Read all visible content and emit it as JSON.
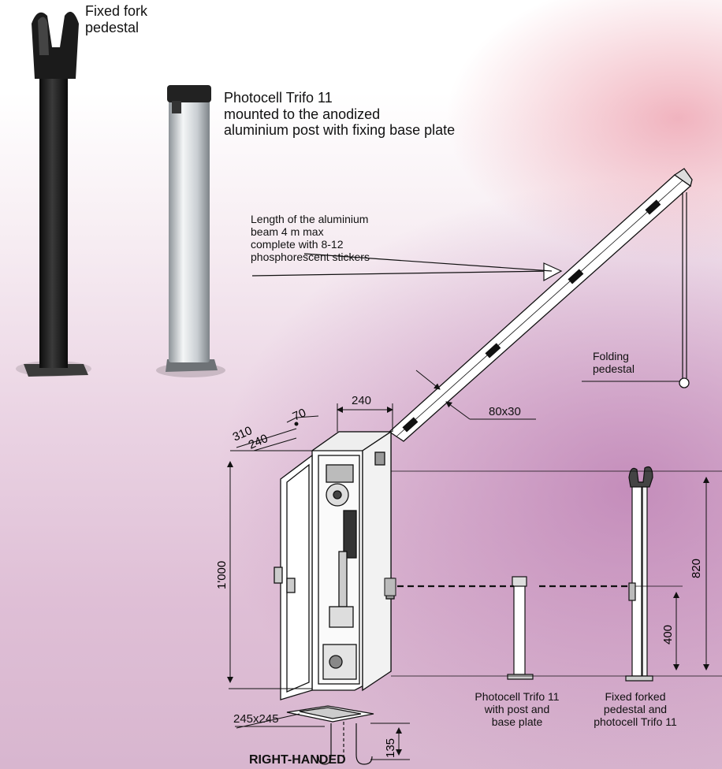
{
  "photos": {
    "fork_pedestal_caption": "Fixed fork\npedestal",
    "photocell_caption": "Photocell Trifo 11\nmounted to the anodized\naluminium post with fixing base plate"
  },
  "drawing": {
    "beam_note": "Length of the aluminium\nbeam 4 m max\ncomplete with 8-12\nphosphorescent stickers",
    "folding_pedestal": "Folding\npedestal",
    "beam_section": "80x30",
    "dim_240_top": "240",
    "dim_70": "70",
    "dim_240_side": "240",
    "dim_310": "310",
    "dim_1000": "1'000",
    "dim_820": "820",
    "dim_400": "400",
    "dim_245": "245x245",
    "dim_135": "135",
    "photocell_post": "Photocell Trifo 11\nwith post and\nbase plate",
    "fixed_forked": "Fixed forked\npedestal and\nphotocell Trifo 11",
    "handed": "RIGHT-HANDED"
  },
  "colors": {
    "post_dark": "#1e1e1e",
    "post_alu": "#d9dde0"
  }
}
